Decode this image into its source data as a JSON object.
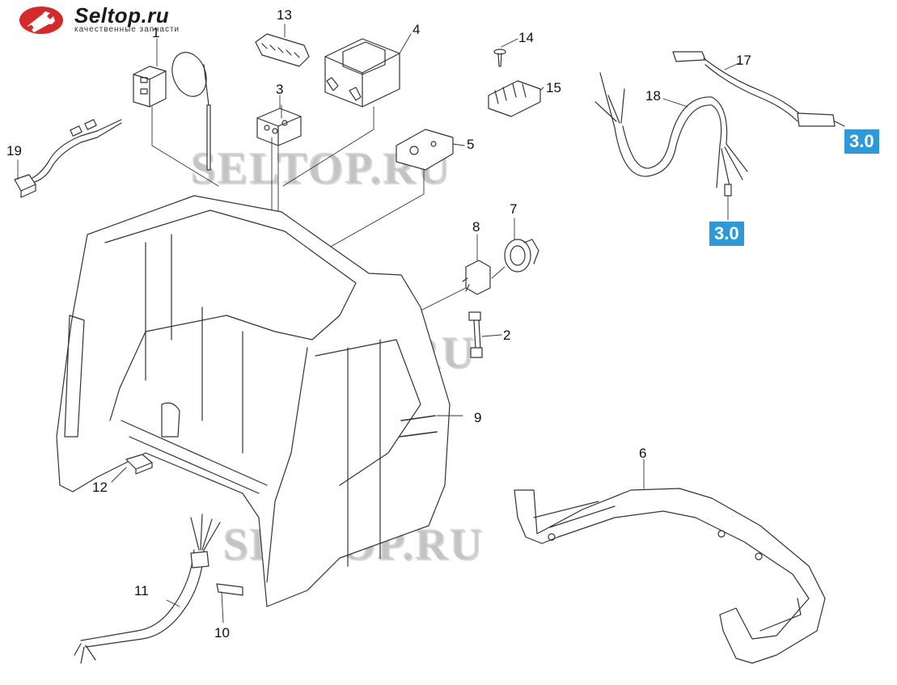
{
  "logo": {
    "title": "Seltop.ru",
    "subtitle": "качественные запчасти",
    "mark_color": "#d42a2a",
    "mark_icon": "wrench-emblem-icon"
  },
  "watermark": "SELTOP.RU",
  "callouts": [
    "1",
    "2",
    "3",
    "4",
    "5",
    "6",
    "7",
    "8",
    "9",
    "10",
    "11",
    "12",
    "13",
    "14",
    "15",
    "17",
    "18",
    "19"
  ],
  "reference_badge": "3.0",
  "colors": {
    "badge": "#2c9ad9",
    "line": "#333333",
    "watermark": "#b4b4b4"
  }
}
